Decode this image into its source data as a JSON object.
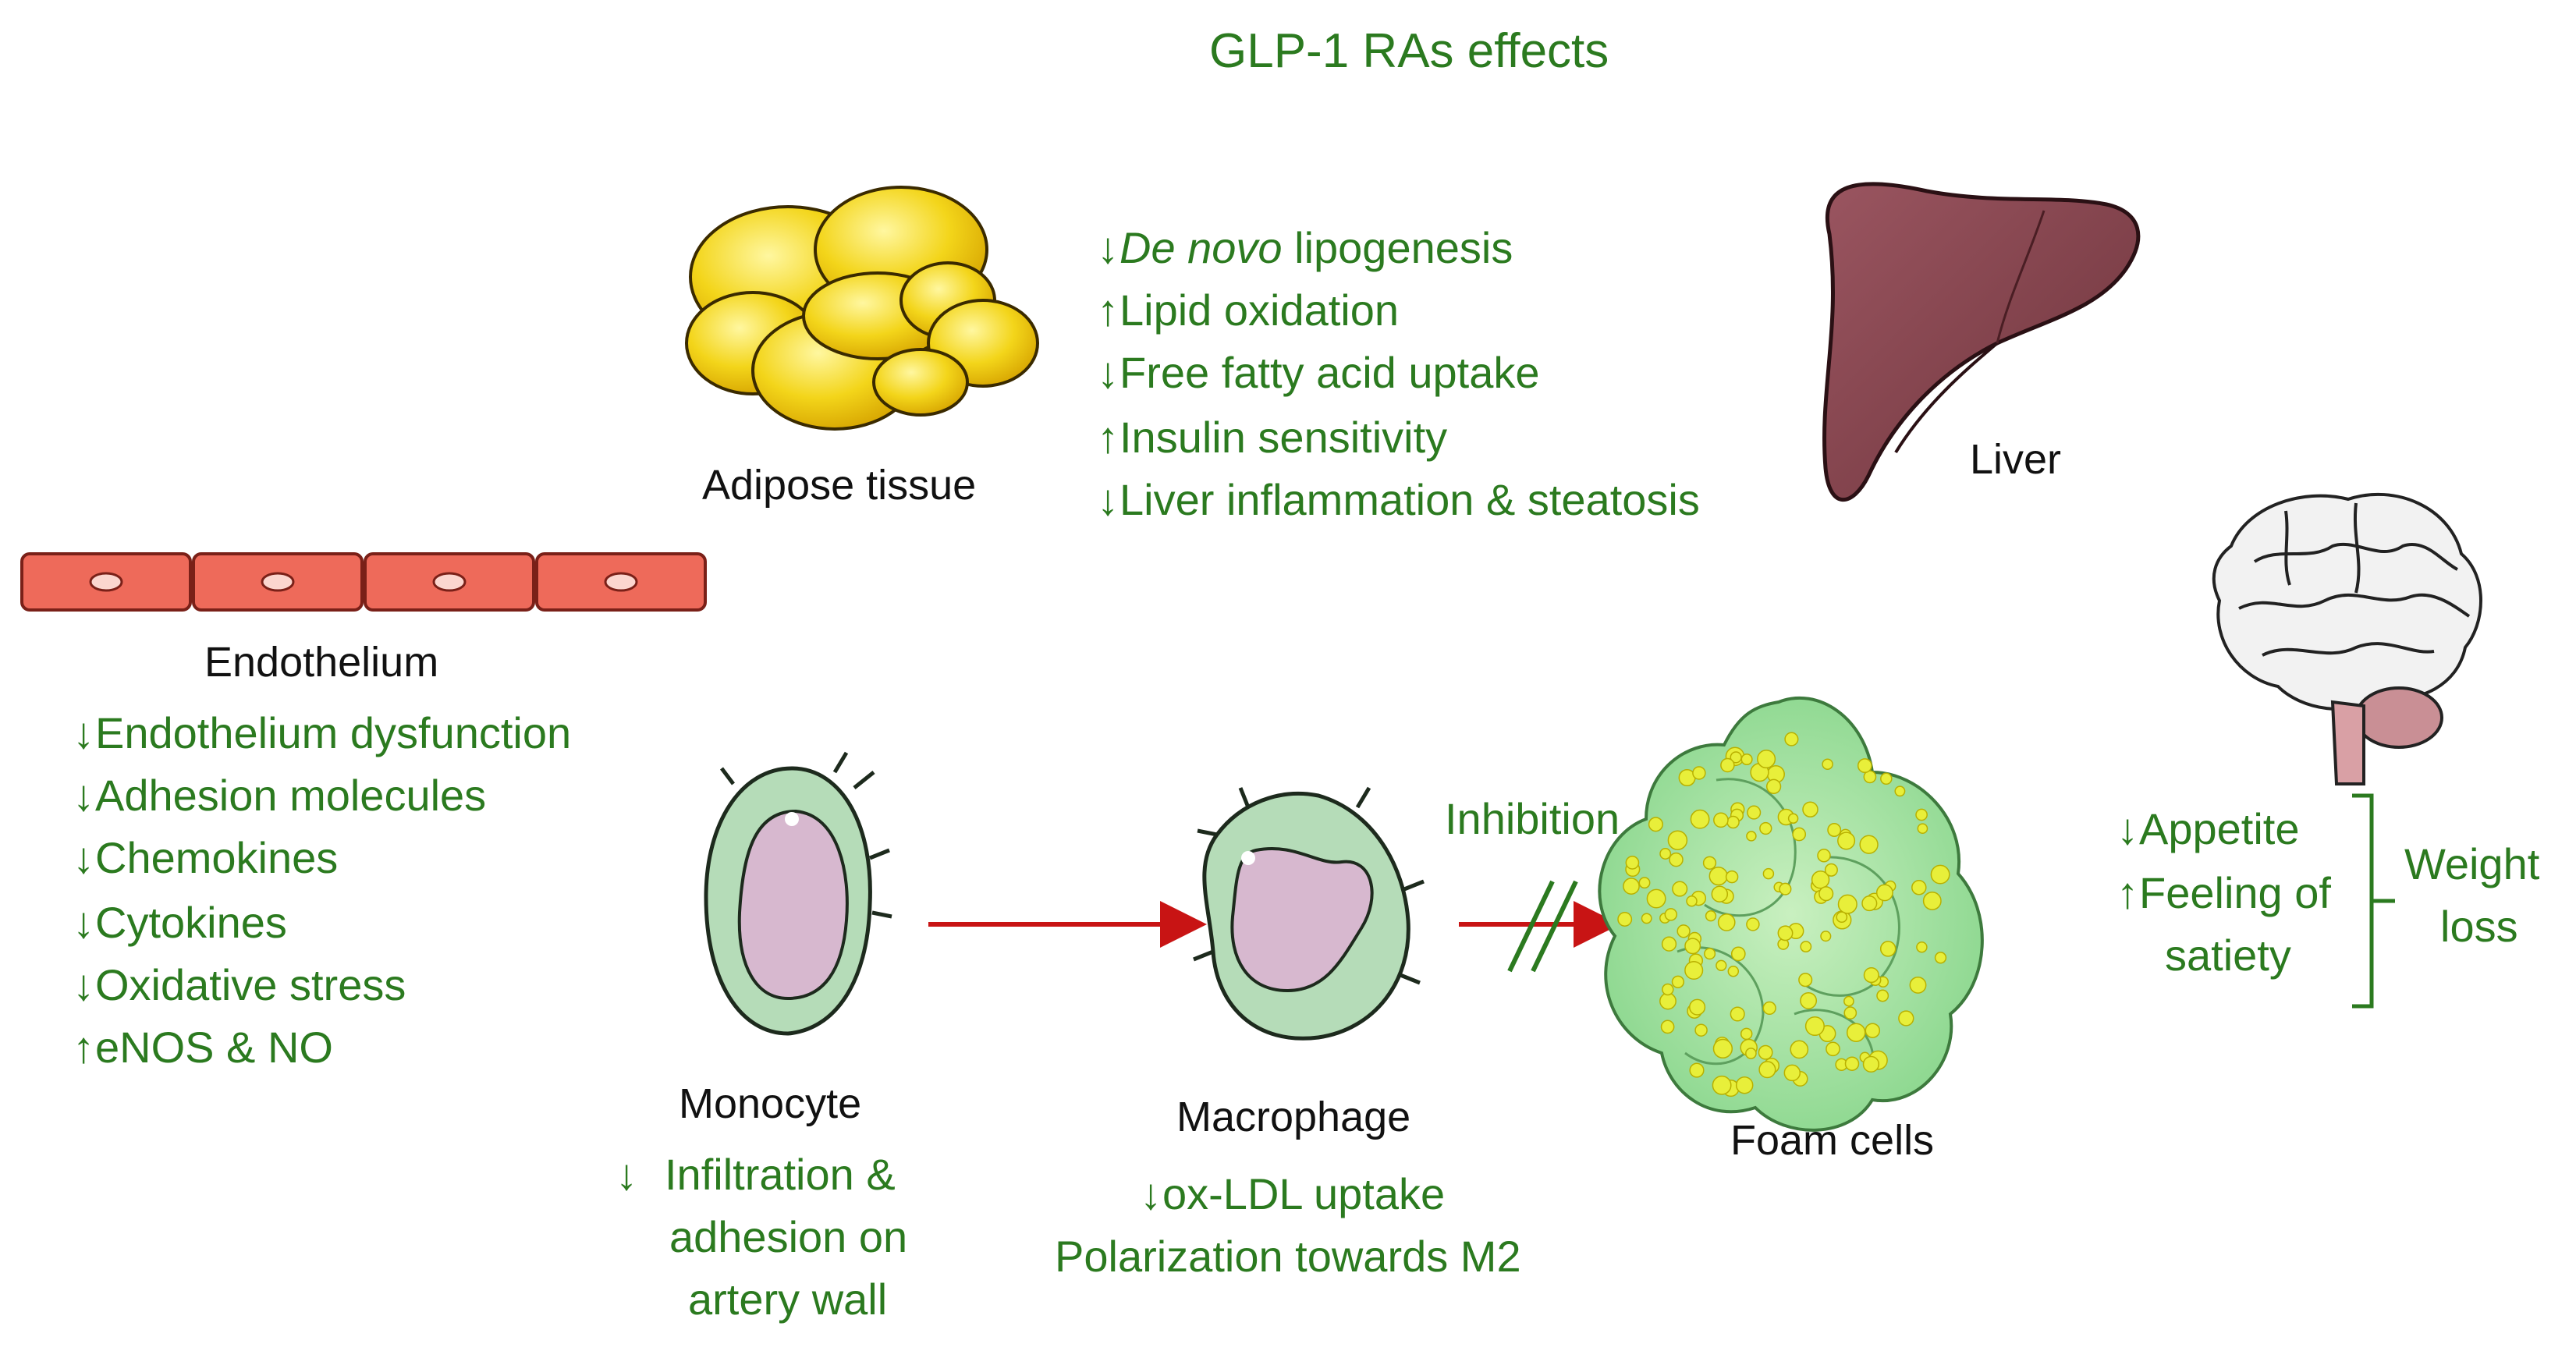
{
  "title": "GLP-1 RAs effects",
  "adipose": {
    "label": "Adipose tissue",
    "effects": [
      {
        "dir": "↓",
        "prefix_italic": "De novo",
        "text": " lipogenesis"
      },
      {
        "dir": "↑",
        "prefix_italic": "",
        "text": "Lipid oxidation"
      },
      {
        "dir": "↓",
        "prefix_italic": "",
        "text": "Free fatty acid uptake"
      },
      {
        "dir": "↑",
        "prefix_italic": "",
        "text": "Insulin sensitivity"
      },
      {
        "dir": "↓",
        "prefix_italic": "",
        "text": "Liver inflammation & steatosis"
      }
    ]
  },
  "liver": {
    "label": "Liver"
  },
  "endothelium": {
    "label": "Endothelium",
    "effects": [
      {
        "dir": "↓",
        "text": "Endothelium dysfunction"
      },
      {
        "dir": "↓",
        "text": "Adhesion molecules"
      },
      {
        "dir": "↓",
        "text": "Chemokines"
      },
      {
        "dir": "↓",
        "text": "Cytokines"
      },
      {
        "dir": "↓",
        "text": "Oxidative stress"
      },
      {
        "dir": "↑",
        "text": "eNOS & NO"
      }
    ]
  },
  "monocyte": {
    "label": "Monocyte",
    "dir": "↓",
    "effect_lines": [
      "Infiltration &",
      "adhesion on",
      "artery wall"
    ]
  },
  "macrophage": {
    "label": "Macrophage",
    "dir": "↓",
    "effect_line1": "ox-LDL uptake",
    "effect_line2": "Polarization towards M2"
  },
  "inhibition": {
    "label": "Inhibition"
  },
  "foam_cells": {
    "label": "Foam cells"
  },
  "brain": {
    "effects": [
      {
        "dir": "↓",
        "text": "Appetite"
      },
      {
        "dir": "↑",
        "text": "Feeling of"
      }
    ],
    "effect_cont": "satiety",
    "outcome_lines": [
      "Weight",
      "loss"
    ]
  },
  "colors": {
    "text_green": "#2b7a1f",
    "arrow_red": "#c81414",
    "fat_yellow": "#f2d21a",
    "liver_brown": "#8a4a52",
    "endothelium_red": "#ee6a5a",
    "cell_green": "#b5dcb8",
    "nucleus_pink": "#d7b8cf"
  }
}
